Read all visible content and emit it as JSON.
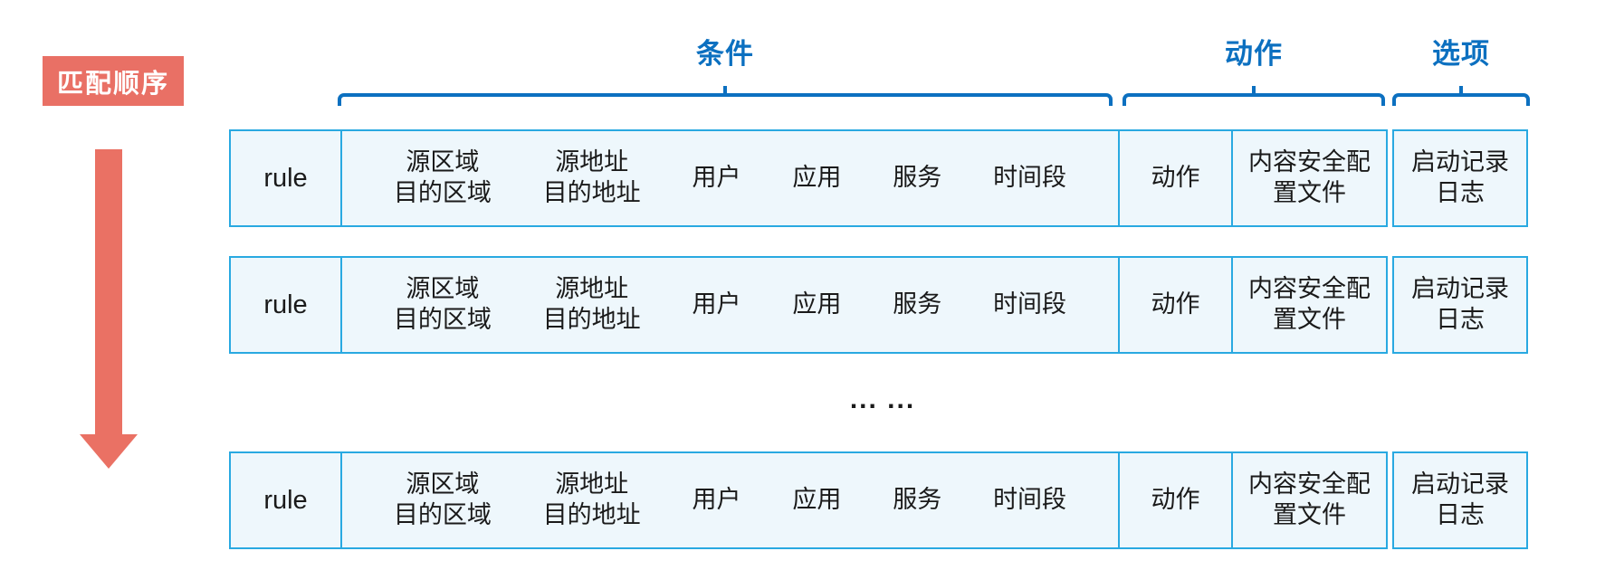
{
  "legend": {
    "match_order_label": "匹配顺序"
  },
  "groups": [
    {
      "id": "condition",
      "label": "条件"
    },
    {
      "id": "action",
      "label": "动作"
    },
    {
      "id": "option",
      "label": "选项"
    }
  ],
  "rows": [
    {
      "rule": "rule",
      "conditions": [
        "源区域\n目的区域",
        "源地址\n目的地址",
        "用户",
        "应用",
        "服务",
        "时间段"
      ],
      "action": "动作",
      "content_security_profile": "内容安全配\n置文件",
      "logging": "启动记录\n日志"
    },
    {
      "rule": "rule",
      "conditions": [
        "源区域\n目的区域",
        "源地址\n目的地址",
        "用户",
        "应用",
        "服务",
        "时间段"
      ],
      "action": "动作",
      "content_security_profile": "内容安全配\n置文件",
      "logging": "启动记录\n日志"
    },
    {
      "rule": "rule",
      "conditions": [
        "源区域\n目的区域",
        "源地址\n目的地址",
        "用户",
        "应用",
        "服务",
        "时间段"
      ],
      "action": "动作",
      "content_security_profile": "内容安全配\n置文件",
      "logging": "启动记录\n日志"
    }
  ],
  "ellipsis": "... ...",
  "colors": {
    "accent_blue": "#0c70c0",
    "row_border": "#29a9e1",
    "row_fill": "#eef7fc",
    "arrow_red": "#ea7164",
    "label_red": "#e97065",
    "text_dark": "#1a1a1a"
  }
}
